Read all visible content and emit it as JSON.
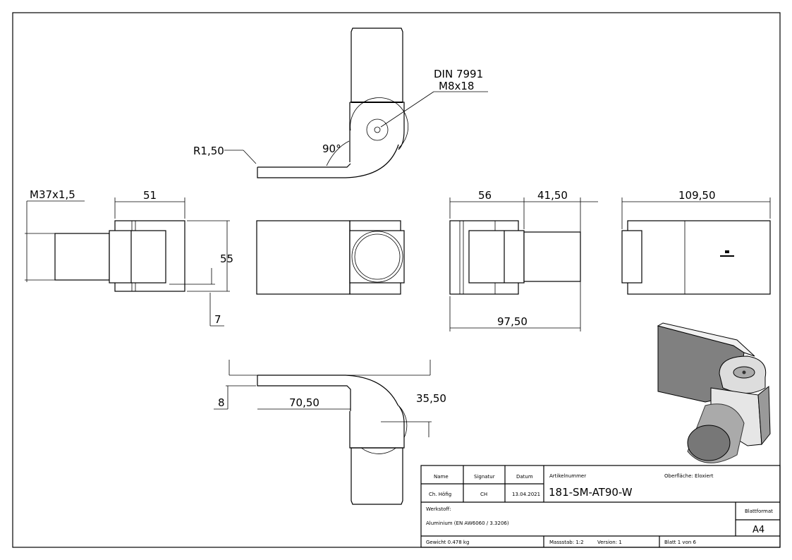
{
  "annotations": {
    "screw": "DIN 7991",
    "screw_size": "M8x18",
    "radius": "R1,50",
    "angle": "90°",
    "thread": "M37x1,5"
  },
  "dimensions": {
    "d51": "51",
    "d55": "55",
    "d7": "7",
    "d56": "56",
    "d41_50": "41,50",
    "d97_50": "97,50",
    "d109_50": "109,50",
    "d8": "8",
    "d70_50": "70,50",
    "d35_50": "35,50"
  },
  "title_block": {
    "name_label": "Name",
    "signatur_label": "Signatur",
    "datum_label": "Datum",
    "artikel_label": "Artikelnummer",
    "oberflaeche": "Oberfläche:  Eloxiert",
    "name": "Ch. Höfig",
    "signatur": "CH",
    "datum": "13.04.2021",
    "artikelnummer": "181-SM-AT90-W",
    "werkstoff_label": "Werkstoff:",
    "werkstoff": "Aluminium (EN AW6060 / 3.3206)",
    "blattformat_label": "Blattformat",
    "blattformat": "A4",
    "gewicht": "Gewicht 0.478 kg",
    "massstab": "Massstab: 1:2",
    "version": "Version: 1",
    "blatt": "Blatt 1 von 6"
  }
}
